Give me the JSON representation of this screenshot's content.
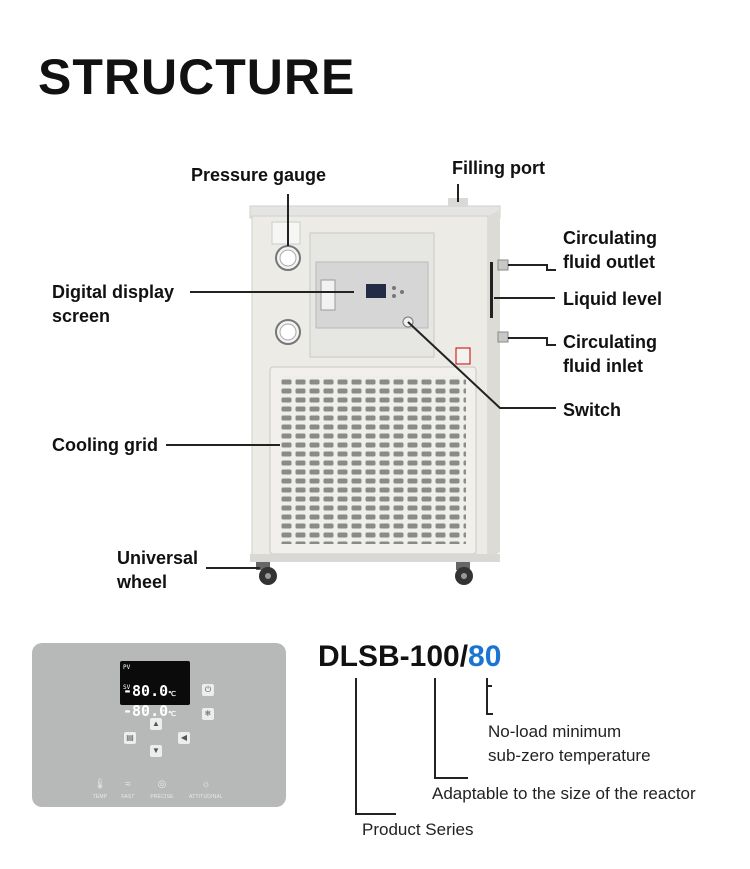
{
  "title": "STRUCTURE",
  "labels": {
    "pressure_gauge": "Pressure gauge",
    "filling_port": "Filling port",
    "circulating_outlet": [
      "Circulating",
      "fluid outlet"
    ],
    "digital_display": [
      "Digital display",
      "screen"
    ],
    "liquid_level": "Liquid level",
    "circulating_inlet": [
      "Circulating",
      "fluid inlet"
    ],
    "switch": "Switch",
    "cooling_grid": "Cooling grid",
    "universal_wheel": [
      "Universal",
      "wheel"
    ]
  },
  "control_panel": {
    "pv_tag": "PV",
    "sv_tag": "SV",
    "pv_value": "-80.0",
    "sv_value": "-80.0",
    "unit": "℃",
    "buttons": [
      "TEMP",
      "FAST",
      "PRECISE",
      "ATTITUDINAL"
    ]
  },
  "model": {
    "prefix": "DLSB-100/",
    "suffix": "80",
    "suffix_color": "#1a74d1"
  },
  "notes": {
    "min_temp": [
      "No-load minimum",
      "sub-zero temperature"
    ],
    "reactor": "Adaptable to the size of the reactor",
    "series": "Product Series"
  }
}
